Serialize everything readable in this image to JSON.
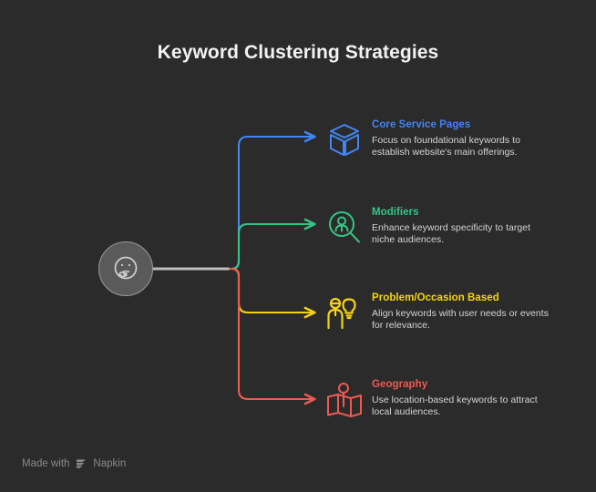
{
  "page": {
    "title": "Keyword Clustering Strategies",
    "background_color": "#2b2b2b",
    "title_color": "#f2f2f2"
  },
  "root": {
    "icon": "thinking-face-icon",
    "fill_color": "#5a5a5a",
    "stroke_color": "#9a9a9a",
    "trunk_color": "#bdbdbd"
  },
  "branches": [
    {
      "id": "core-service-pages",
      "icon": "cube-icon",
      "heading": "Core Service Pages",
      "description": "Focus on foundational keywords to establish website's main offerings.",
      "color": "#4285f4"
    },
    {
      "id": "modifiers",
      "icon": "magnifier-person-icon",
      "heading": "Modifiers",
      "description": "Enhance keyword specificity to target niche audiences.",
      "color": "#34c585"
    },
    {
      "id": "problem-occasion-based",
      "icon": "person-lightbulb-icon",
      "heading": "Problem/Occasion Based",
      "description": "Align keywords with user needs or events for relevance.",
      "color": "#f5d312"
    },
    {
      "id": "geography",
      "icon": "map-pin-icon",
      "heading": "Geography",
      "description": "Use location-based keywords to attract local audiences.",
      "color": "#ee5a52"
    }
  ],
  "footer": {
    "prefix": "Made with",
    "brand": "Napkin",
    "logo": "napkin-chevron-logo",
    "color": "#8a8a8a"
  }
}
